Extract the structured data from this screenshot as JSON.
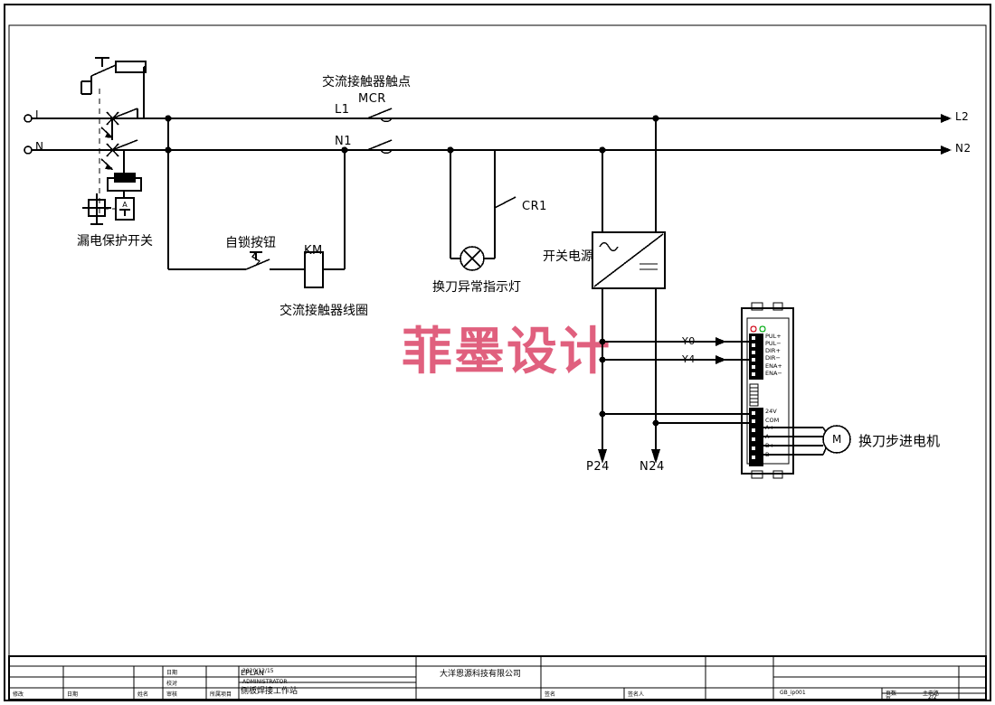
{
  "sheet": {
    "watermark": "菲墨设计",
    "watermark_color": "#e0607e",
    "line_color": "#000000",
    "background": "#ffffff"
  },
  "terminals": {
    "line_in_L": "L",
    "line_in_N": "N",
    "line_out_L2": "L2",
    "line_out_N2": "N2",
    "bus_L1": "L1",
    "bus_N1": "N1",
    "dc_positive": "P24",
    "dc_negative": "N24"
  },
  "components": {
    "rcd_label": "漏电保护开关",
    "contactor_contacts_label": "交流接触器触点",
    "contactor_contacts_tag": "MCR",
    "selflock_button_label": "自锁按钮",
    "contactor_coil_tag": "KM",
    "contactor_coil_label": "交流接触器线圈",
    "relay_contact_tag": "CR1",
    "lamp_label": "换刀异常指示灯",
    "psu_label": "开关电源",
    "psu_ac_symbol": "∿",
    "psu_dc_symbol": "=",
    "motor_tag": "M",
    "motor_label": "换刀步进电机"
  },
  "plc_signals": {
    "pulse": "Y0",
    "direction": "Y4"
  },
  "driver": {
    "led_alarm_color": "#d01020",
    "led_power_color": "#10b020",
    "signal_terminals": [
      "PUL+",
      "PUL−",
      "DIR+",
      "DIR−",
      "ENA+",
      "ENA−"
    ],
    "power_terminals": [
      "24V",
      "COM"
    ],
    "motor_terminals": [
      "A+",
      "A−",
      "B+",
      "B−"
    ]
  },
  "title_block": {
    "col_headers": [
      "修改",
      "日期",
      "姓名"
    ],
    "rows": [
      {
        "label": "日期",
        "value": "2020/12/15"
      },
      {
        "label": "校对",
        "value": "ADMINISTRATOR"
      },
      {
        "label": "审核",
        "value": ""
      },
      {
        "label": "所属项目",
        "value": ""
      }
    ],
    "project_software": "EPLAN",
    "project_name": "侧板焊接工作站",
    "sign_label": "签名",
    "sign_person_label": "签名人",
    "company": "大洋恩源科技有限公司",
    "drawing_no": "GB_ip001",
    "page_count_label": "页数",
    "page_count_value": "主电路",
    "page_label": "页",
    "page_value": "2/2"
  }
}
